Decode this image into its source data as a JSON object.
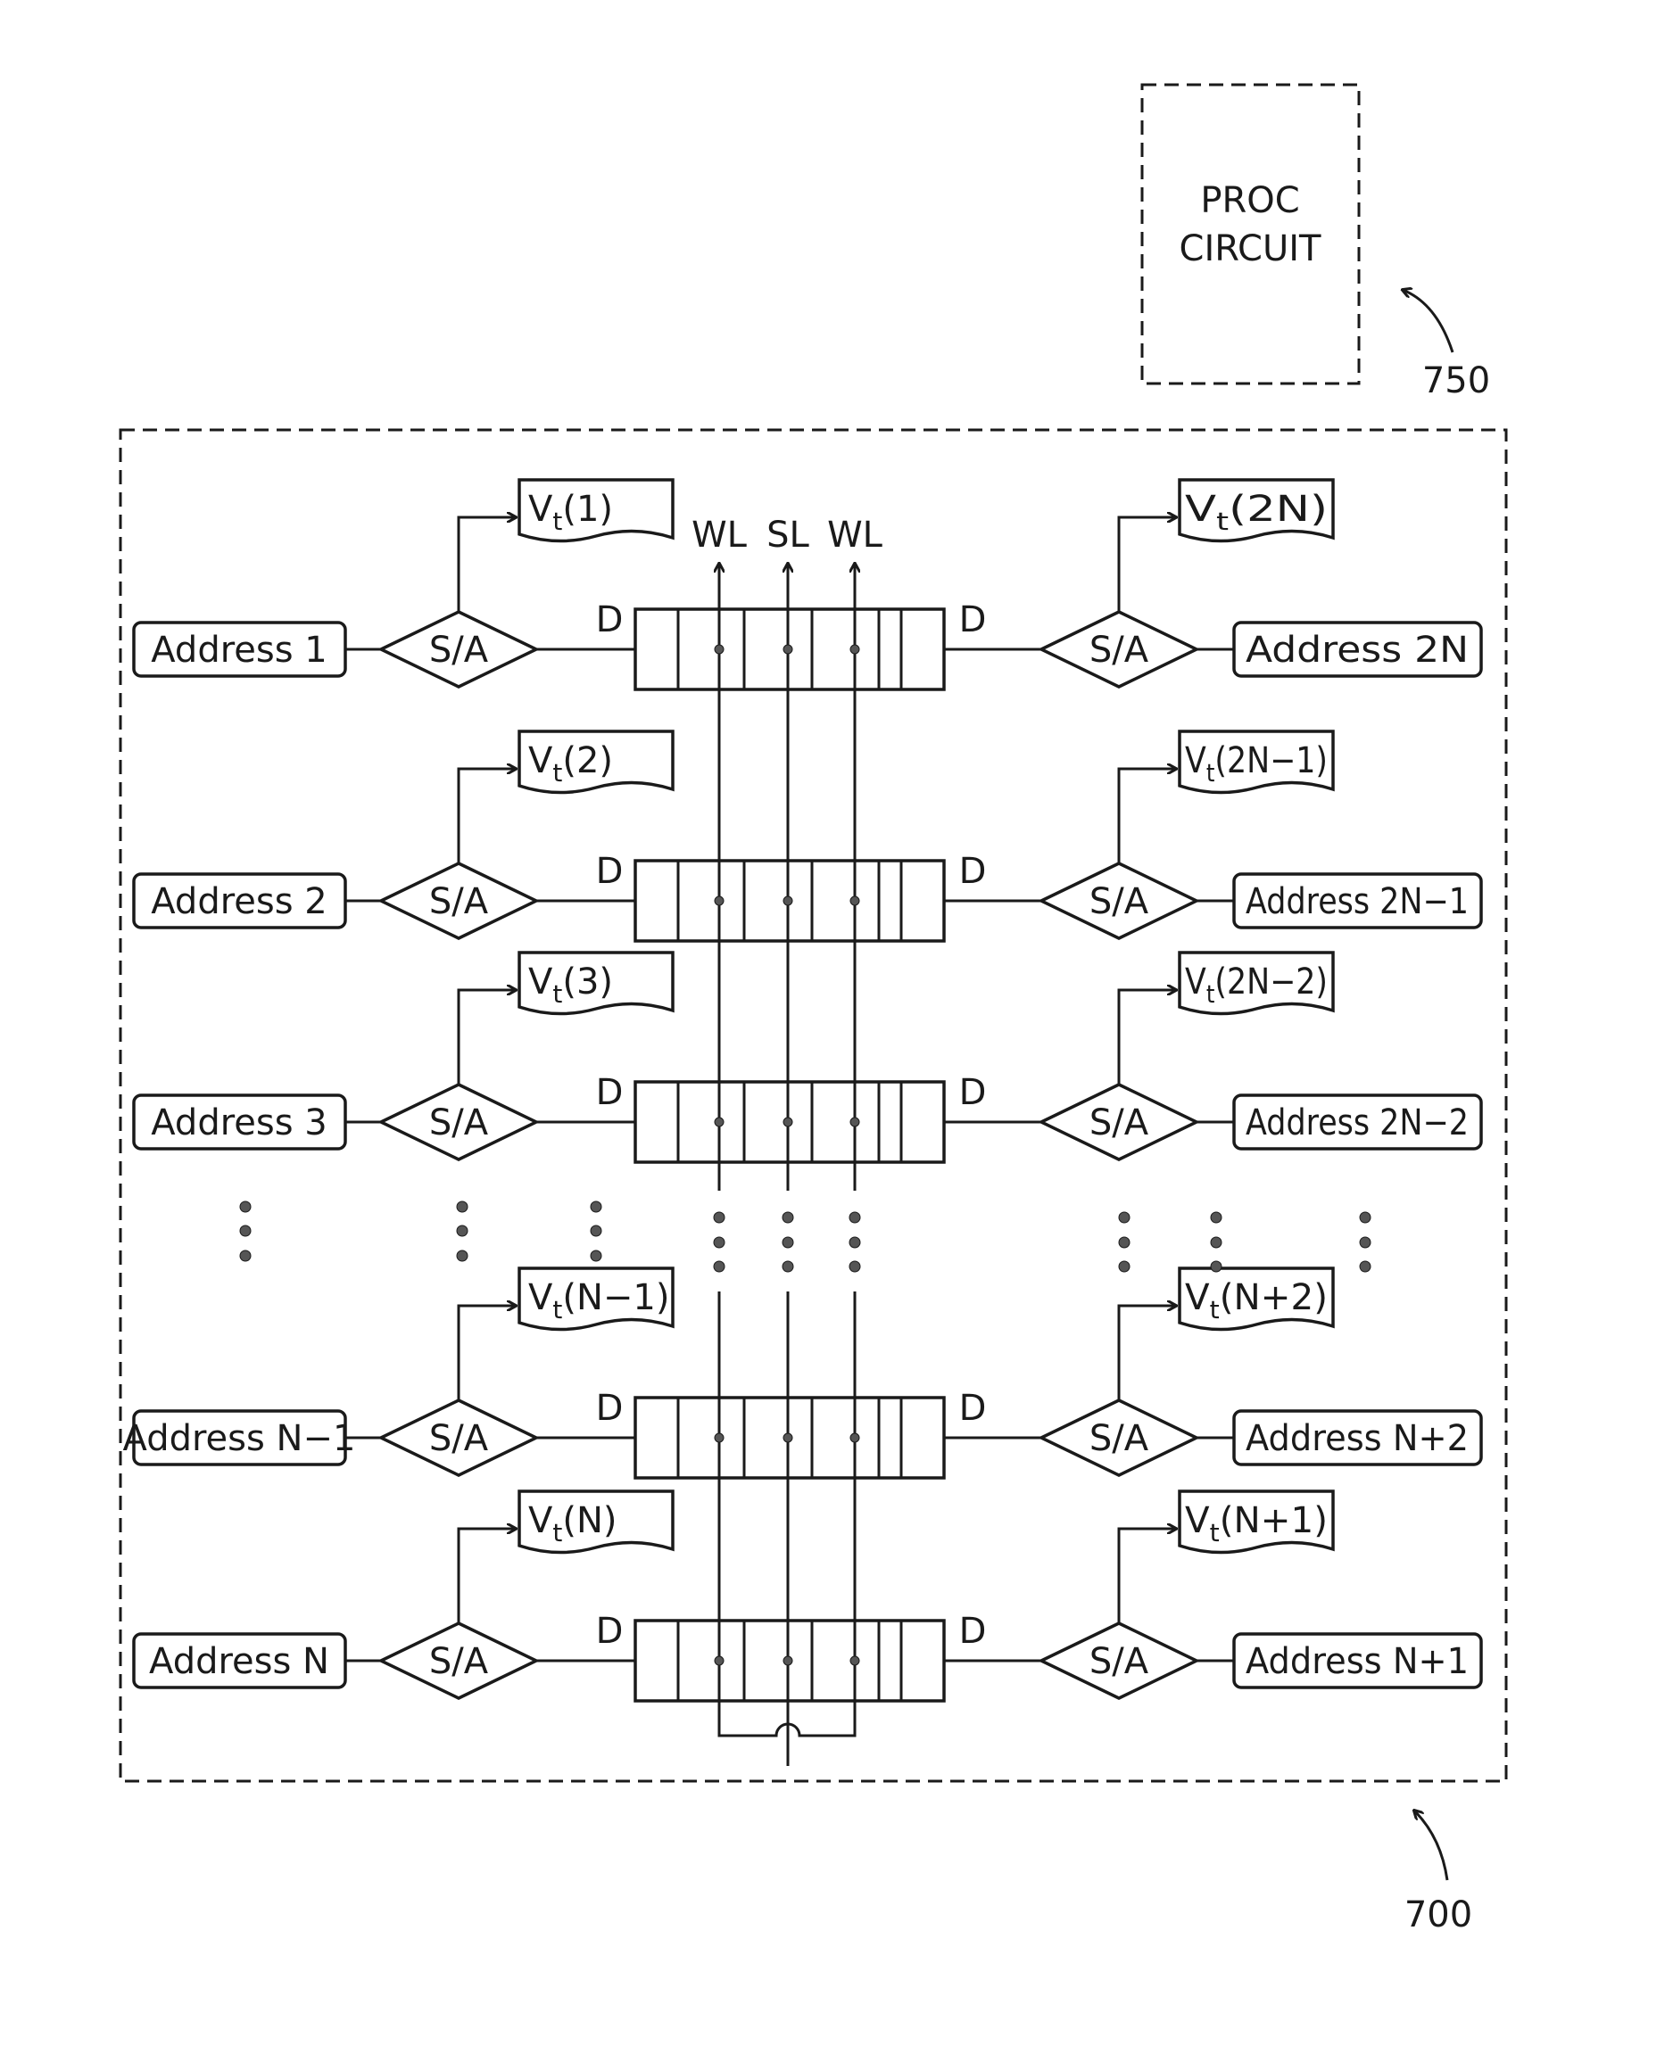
{
  "proc_circuit": {
    "line1": "PROC",
    "line2": "CIRCUIT",
    "ref": "750"
  },
  "array_ref": "700",
  "column_labels": [
    "WL",
    "SL",
    "WL"
  ],
  "sense_amp_label": "S/A",
  "data_label": "D",
  "vt_symbol": "V",
  "vt_subscript": "t",
  "rows": [
    {
      "left_address": "Address 1",
      "left_vt": "(1)",
      "right_address": "Address 2N",
      "right_vt": "(2N)"
    },
    {
      "left_address": "Address 2",
      "left_vt": "(2)",
      "right_address": "Address 2N−1",
      "right_vt": "(2N−1)"
    },
    {
      "left_address": "Address 3",
      "left_vt": "(3)",
      "right_address": "Address 2N−2",
      "right_vt": "(2N−2)"
    },
    {
      "left_address": "Address N−1",
      "left_vt": "(N−1)",
      "right_address": "Address N+2",
      "right_vt": "(N+2)"
    },
    {
      "left_address": "Address N",
      "left_vt": "(N)",
      "right_address": "Address N+1",
      "right_vt": "(N+1)"
    }
  ]
}
